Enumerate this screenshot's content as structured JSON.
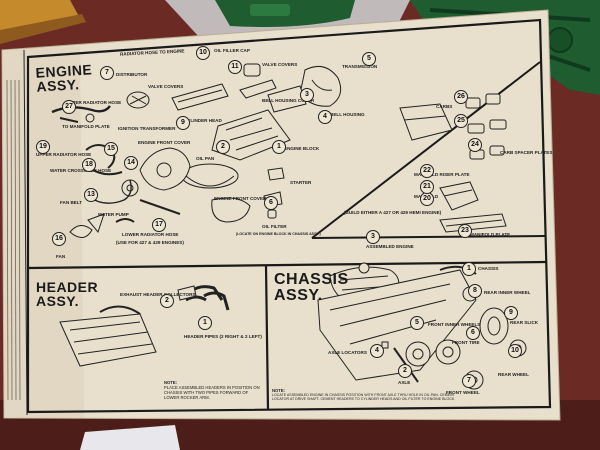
{
  "colors": {
    "table": "#6b2a24",
    "paper": "#e8dfcc",
    "ink": "#1a1a1a",
    "kit_green": "#1f5c30"
  },
  "sections": {
    "engine": {
      "title_line1": "ENGINE",
      "title_line2": "ASSY.",
      "labels": [
        "RADIATOR HOSE TO ENGINE",
        "DISTRIBUTOR",
        "OIL FILLER CAP",
        "VALVE COVERS",
        "TRANSMISSION",
        "UPPER RADIATOR HOSE",
        "TO MANIFOLD PLATE",
        "IGNITION TRANSFORMER",
        "VALVE COVERS",
        "CYLINDER HEAD",
        "BELL HOUSING COVER",
        "BELL HOUSING",
        "ENGINE FRONT COVER",
        "OIL PAN",
        "ENGINE BLOCK",
        "STARTER",
        "FAN BELT",
        "WATER PUMP",
        "LOWER RADIATOR HOSE",
        "(USE FOR 427 & 429 ENGINES)",
        "ENGINE FRONT COVER",
        "OIL FILTER",
        "(LOCATE ON ENGINE BLOCK IN CHASSIS ASSY.)",
        "FAN",
        "UPPER RADIATOR HOSE",
        "WATER CROSSOVER HOSE",
        "CARBS",
        "CARB SPACER PLATES",
        "MANIFOLD RISER PLATE",
        "MANIFOLD",
        "MANIFOLD PLATE",
        "(BUILD EITHER A 427 OR 429 HEMI ENGINE)"
      ],
      "numbers": [
        "7",
        "10",
        "11",
        "27",
        "17",
        "15",
        "19",
        "18",
        "16",
        "13",
        "9",
        "14",
        "2",
        "3",
        "4",
        "1",
        "5",
        "6",
        "20",
        "26",
        "25",
        "24",
        "22",
        "21",
        "23"
      ]
    },
    "header": {
      "title_line1": "HEADER",
      "title_line2": "ASSY.",
      "labels": [
        "EXHAUST HEADER COLLECTORS",
        "HEADER PIPES (2 right & 2 left)"
      ],
      "numbers": [
        "2",
        "1"
      ],
      "note_title": "NOTE:",
      "note_text": "PLACE ASSEMBLED HEADERS IN POSITION ON CHASSIS WITH TWO PIPES FORWARD OF LOWER ROCKER ARM."
    },
    "chassis": {
      "title_line1": "CHASSIS",
      "title_line2": "ASSY.",
      "labels": [
        "ASSEMBLED ENGINE",
        "CHASSIS",
        "REAR INNER WHEEL",
        "FRONT INNER WHEELS",
        "FRONT TIRE",
        "REAR SLICK",
        "AXLE LOCATORS",
        "AXLE",
        "FRONT WHEEL",
        "REAR WHEEL"
      ],
      "numbers": [
        "3",
        "1",
        "8",
        "5",
        "6",
        "9",
        "4",
        "2",
        "7",
        "10"
      ],
      "note_title": "NOTE:",
      "note_text": "LOCATE ASSEMBLED ENGINE IN CHASSIS POSITION WITH FRONT AXLE THRU HOLE IN OIL PAN. CEMENT LOCATOR AT DRIVE SHAFT. CEMENT HEADERS TO CYLINDER HEADS AND OIL FILTER TO ENGINE BLOCK."
    }
  }
}
